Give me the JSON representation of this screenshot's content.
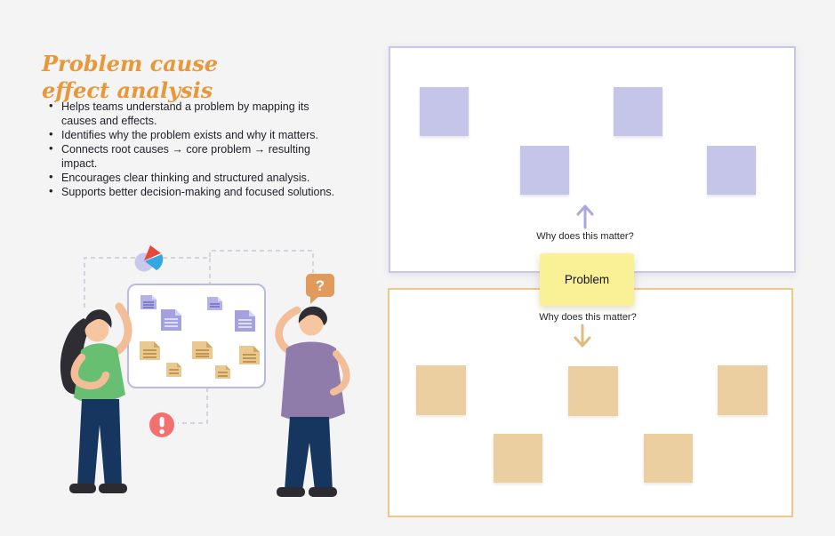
{
  "page": {
    "background_color": "#f4f4f5"
  },
  "intro": {
    "title": "Problem cause effect analysis",
    "title_color": "#e8973a",
    "bullets": [
      "Helps teams understand a problem by mapping its causes and effects.",
      "Identifies why the problem exists and why it matters.",
      "Connects root causes → core problem → resulting impact.",
      "Encourages clear thinking and structured analysis.",
      "Supports better decision-making and focused solutions."
    ]
  },
  "illustration": {
    "alt": "Two confused people beside a whiteboard of scattered purple and tan notes",
    "question_mark": "?",
    "exclamation_mark": "!"
  },
  "board": {
    "effects_panel": {
      "border_color": "#c8c7ea",
      "note_color": "#c5c4e9",
      "notes_count": 4,
      "label": "Why does this matter?",
      "arrow": "up",
      "arrow_color": "#a9a8df"
    },
    "problem_card": {
      "label": "Problem",
      "background_color": "#faf095"
    },
    "causes_panel": {
      "border_color": "#ebc88e",
      "note_color": "#eccfa0",
      "notes_count": 5,
      "label": "Why does this matter?",
      "arrow": "down",
      "arrow_color": "#e0ba82"
    }
  }
}
